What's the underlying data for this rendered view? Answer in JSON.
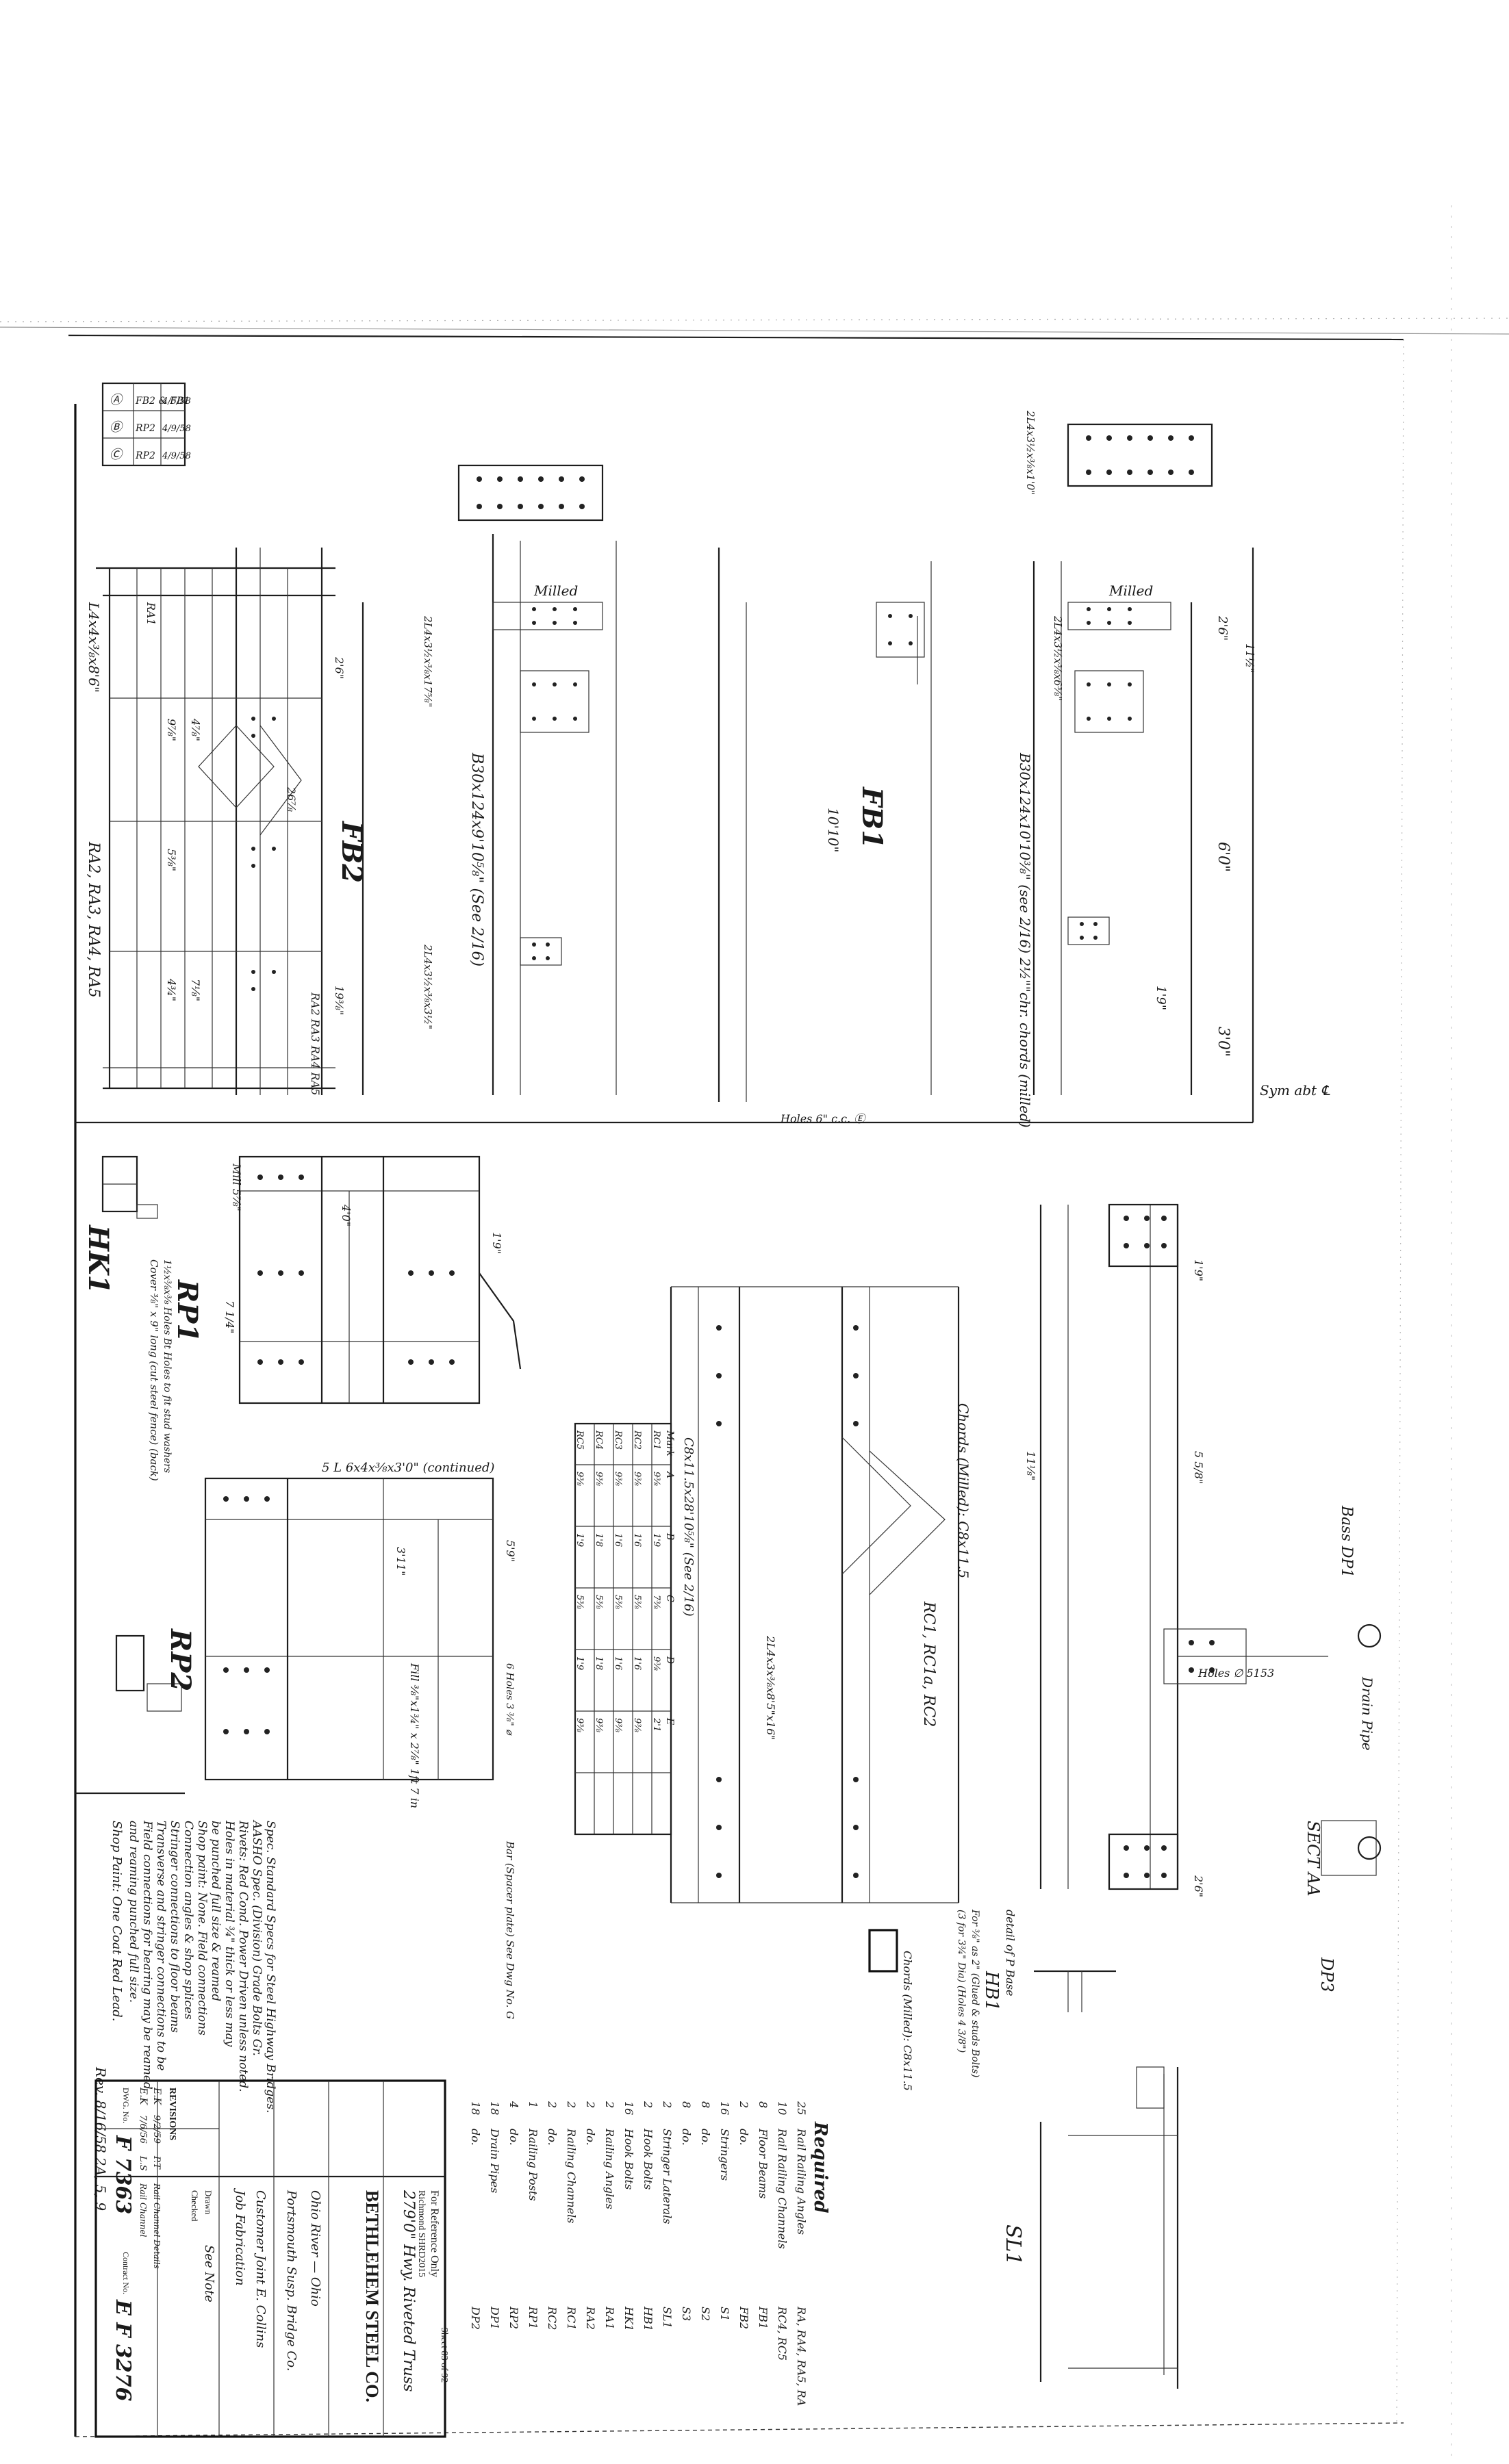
{
  "revisions_block": {
    "rows": [
      {
        "mark": "Ⓐ",
        "text": "FB2 & FB1"
      },
      {
        "mark": "Ⓑ",
        "text": "RP2"
      },
      {
        "mark": "Ⓒ",
        "text": "RP2"
      }
    ],
    "dates": [
      "4/5/58",
      "4/9/58",
      "4/9/58"
    ]
  },
  "fb2": {
    "name": "FB2",
    "angle_label": "L4x4x⅜x8'6\"",
    "beam_marks": "RA2, RA3, RA4, RA5",
    "rail_label": "RA1",
    "rails": "RA2 RA3 RA4 RA5",
    "dims": [
      "2'6\"",
      "9⅞\"",
      "4⅞\"",
      "19⅜\"",
      "5⅜\"",
      "26⅞",
      "4¾\"",
      "7⅛\""
    ]
  },
  "fb1": {
    "name": "FB1",
    "beam_a": "B30x124x9'10⅝\" (See 2/16)",
    "beam_b": "B30x124x10'10⅜\" (see 2/16) 2½\"\"chr. chords (milled)",
    "mark": "Milled",
    "note": "10'10\"",
    "holes_note": "Holes 6\" c.c. Ⓔ",
    "dims": [
      "2'6\"",
      "6'0\"",
      "3'0\"",
      "1'9\"",
      "11½\""
    ],
    "plates": [
      "2L4x3½x⅜x17⅝\"",
      "2L4x3½x⅜x6⅜\"",
      "2L4x3½x⅜x1'0\"",
      "2L4x3½x⅜x3½\""
    ]
  },
  "symmetry": "Sym abt ℄",
  "hk": {
    "name": "HK1",
    "note": "Cover ⅜\" x 9\" long (cut steel fence) (back)",
    "note2": "1½x⅜x⅜ Holes Bt Holes to fit stud washers"
  },
  "rp": {
    "rp1": "RP1",
    "rp2": "RP2",
    "labels": [
      "Mill 5⅞\"",
      "7 1/4\"",
      "4'0\"",
      "1'9\"",
      "3'11\"",
      "5'9\"",
      "6 Holes 3 ⅜\" ⌀",
      "Fill ⅜\"x1¾\" x 2⅞\" 1ft 7 in",
      "5 L 6x4x⅜x3'0\" (continued)"
    ]
  },
  "rc": {
    "names": "RC1, RC1a, RC2",
    "chord": "Chords (Milled): C8x11.5",
    "table_headers": [
      "Mark",
      "A",
      "B",
      "C",
      "D",
      "E"
    ],
    "table_rows": [
      [
        "RC1",
        "9⅜",
        "1'9",
        "7⅜",
        "9⅜",
        "2'1"
      ],
      [
        "RC2",
        "9⅜",
        "1'6",
        "5⅜",
        "1'6",
        "9⅜"
      ],
      [
        "RC3",
        "9⅜",
        "1'6",
        "5⅜",
        "1'6",
        "9⅜"
      ],
      [
        "RC4",
        "9⅜",
        "1'8",
        "5⅜",
        "1'8",
        "9⅜"
      ],
      [
        "RC5",
        "9⅜",
        "1'9",
        "5⅜",
        "1'9",
        "9⅜"
      ]
    ],
    "beam": "C8x11.5x28'10⅝\" (See 2/16)",
    "beam2": "2L4x3x⅜x8'5\"x16\"",
    "post_note": "Bar (Spacer plate) See Dwg No. G"
  },
  "hb": {
    "name": "HB1",
    "detail": "detail of P Base",
    "line1": "For ⅜\" as 2\" (Glued & studs Bolts)",
    "line2": "(3 for 3¾\" Dia) (Holes 4 3/8\")"
  },
  "sl": {
    "name": "SL1"
  },
  "dp": {
    "dp1": "Bass DP1",
    "dp2": "DP2",
    "dp3": "DP3",
    "section": "SECT AA",
    "hole_note": "Holes ∅ 5153",
    "drain": "Drain Pipe",
    "dims": [
      "1'9\"",
      "2'6\"",
      "5 5/8\"",
      "11⅛\""
    ]
  },
  "specs": {
    "title": "Spec. Standard Specs for Steel Highway Bridges",
    "lines": [
      "Spec. Standard Specs for Steel Highway Bridges.",
      "AASHO Spec. (Division) Grade Bolts Gr.",
      "Rivets: Red Cond. Power Driven unless noted.",
      "Holes in material ¾\" thick or less may",
      "be punched full size & reamed",
      "Shop paint: None. Field connections",
      "Connection angles & shop splices",
      "Stringer connections to floor beams",
      "Transverse and stringer connections to be",
      "Field connections for bearing may be reamed",
      "and reaming punched full size.",
      "Shop Paint: One Coat Red Lead."
    ],
    "footer_note": "Rev. 8/16/58  2A, 5, 9"
  },
  "required": {
    "title": "Required",
    "rows": [
      {
        "qty": "25",
        "desc": "Rail Railing Angles",
        "mark": "RA, RA4, RA5, RA"
      },
      {
        "qty": "10",
        "desc": "Rail Railing Channels",
        "mark": "RC4, RC5"
      },
      {
        "qty": "8",
        "desc": "Floor Beams",
        "mark": "FB1"
      },
      {
        "qty": "2",
        "desc": "do.",
        "mark": "FB2"
      },
      {
        "qty": "16",
        "desc": "Stringers",
        "mark": "S1"
      },
      {
        "qty": "8",
        "desc": "do.",
        "mark": "S2"
      },
      {
        "qty": "8",
        "desc": "do.",
        "mark": "S3"
      },
      {
        "qty": "2",
        "desc": "Stringer Laterals",
        "mark": "SL1"
      },
      {
        "qty": "2",
        "desc": "Hook Bolts",
        "mark": "HB1"
      },
      {
        "qty": "16",
        "desc": "Hook Bolts",
        "mark": "HK1"
      },
      {
        "qty": "2",
        "desc": "Railing Angles",
        "mark": "RA1"
      },
      {
        "qty": "2",
        "desc": "do.",
        "mark": "RA2"
      },
      {
        "qty": "2",
        "desc": "Railing Channels",
        "mark": "RC1"
      },
      {
        "qty": "2",
        "desc": "do.",
        "mark": "RC2"
      },
      {
        "qty": "1",
        "desc": "Railing Posts",
        "mark": "RP1"
      },
      {
        "qty": "4",
        "desc": "do.",
        "mark": "RP2"
      },
      {
        "qty": "18",
        "desc": "Drain Pipes",
        "mark": "DP1"
      },
      {
        "qty": "18",
        "desc": "do.",
        "mark": "DP2"
      }
    ]
  },
  "title_block": {
    "company": "BETHLEHEM STEEL CO.",
    "project": "279'0\" Hwy. Riveted Truss",
    "ref": "For Reference Only",
    "ref2": "Richmond SHRD2015",
    "sheet": "Sheet 83 of 92",
    "location": "Ohio River — Ohio",
    "structure": "Portsmouth Susp. Bridge Co.",
    "customer": "Customer  Joint E. Collins",
    "job": "Job  Fabrication",
    "drawn_label": "Drawn",
    "checked_label": "Checked",
    "drawn_by": "See Note",
    "revisions_title": "REVISIONS",
    "rev_rows": [
      [
        "E.K",
        "9/2/59",
        "P.T",
        "Rail Channel Details"
      ],
      [
        "E.K",
        "7/6/56",
        "L.S",
        "Rail Channel"
      ]
    ],
    "dwg_no": "F 7363",
    "contract_no": "E F 3276",
    "dwg_label": "DWG. No.",
    "contract_label": "Contract No."
  }
}
